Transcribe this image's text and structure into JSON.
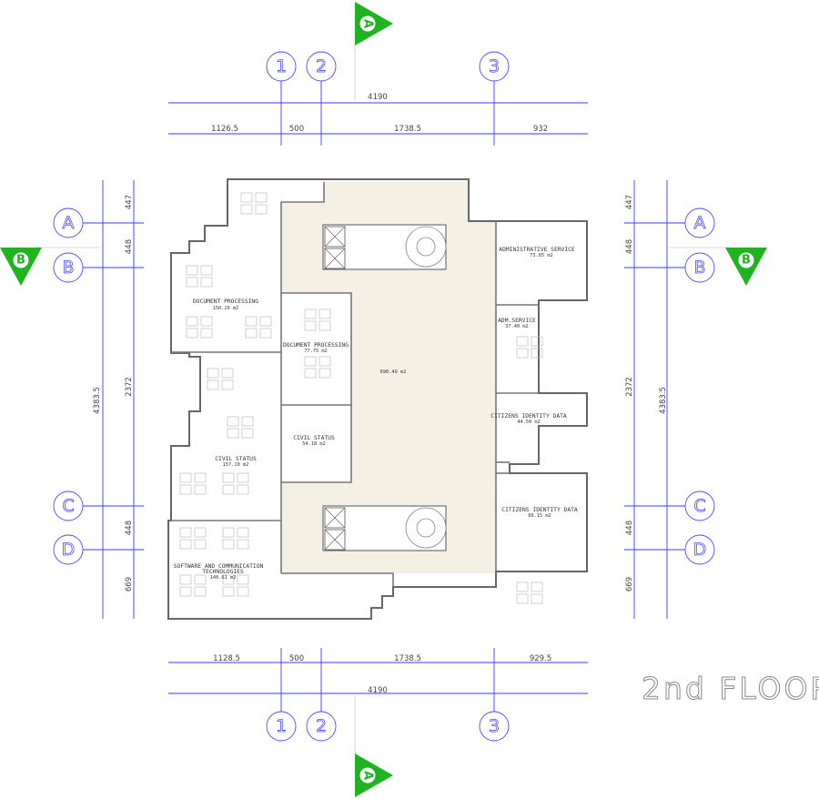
{
  "title": "2nd FLOOR",
  "grid_columns": [
    "1",
    "2",
    "3"
  ],
  "grid_rows": [
    "A",
    "B",
    "C",
    "D"
  ],
  "section_markers": {
    "vertical": "A",
    "horizontal": "B"
  },
  "dimensions": {
    "top_total": "4190",
    "top_segments": [
      "1126.5",
      "500",
      "1738.5",
      "932"
    ],
    "bottom_total": "4190",
    "bottom_segments": [
      "1128.5",
      "500",
      "1738.5",
      "929.5"
    ],
    "left_total": "4383.5",
    "left_segments": [
      "447",
      "448",
      "2372",
      "448",
      "669"
    ],
    "right_total": "4383.5",
    "right_segments": [
      "447",
      "448",
      "2372",
      "448",
      "669"
    ]
  },
  "rooms": [
    {
      "name": "DOCUMENT PROCESSING",
      "area": "150.26 m2"
    },
    {
      "name": "DOCUMENT PROCESSING",
      "area": "77.75 m2"
    },
    {
      "name": "",
      "area": "690.49 m2"
    },
    {
      "name": "CIVIL STATUS",
      "area": "54.18 m2"
    },
    {
      "name": "CIVIL STATUS",
      "area": "157.10 m2"
    },
    {
      "name": "SOFTWARE AND COMMUNICATION",
      "name2": "TECHNOLOGIES",
      "area": "140.61 m2"
    },
    {
      "name": "ADMINISTRATIVE SERVICE",
      "area": "73.85 m2"
    },
    {
      "name": "ADM.SERVICE",
      "area": "37.40 m2"
    },
    {
      "name": "CITIZENS IDENTITY DATA",
      "area": "44.50 m2"
    },
    {
      "name": "CITIZENS IDENTITY DATA",
      "area": "89.15 m2"
    }
  ],
  "colors": {
    "grid": "#3a3aff",
    "marker": "#1fb41f",
    "lobby": "#f4f0e4",
    "wall": "#666666"
  }
}
